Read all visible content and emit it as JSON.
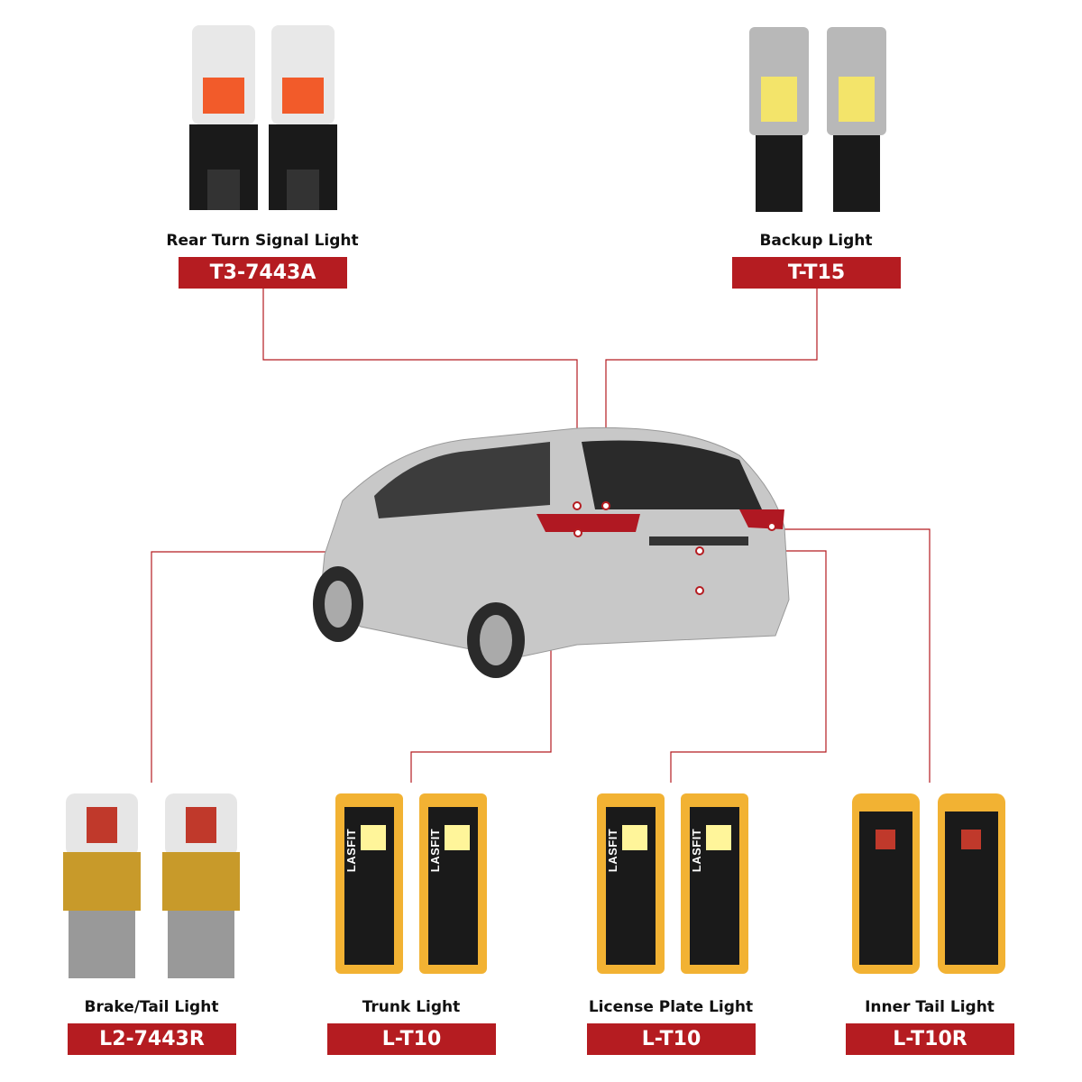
{
  "accent_color": "#b51c21",
  "brand_text": "LASFIT",
  "products": [
    {
      "name": "Rear Turn Signal Light",
      "code": "T3-7443A"
    },
    {
      "name": "Backup Light",
      "code": "T-T15"
    },
    {
      "name": "Brake/Tail Light",
      "code": "L2-7443R"
    },
    {
      "name": "Trunk Light",
      "code": "L-T10"
    },
    {
      "name": "License Plate Light",
      "code": "L-T10"
    },
    {
      "name": "Inner Tail Light",
      "code": "L-T10R"
    }
  ]
}
